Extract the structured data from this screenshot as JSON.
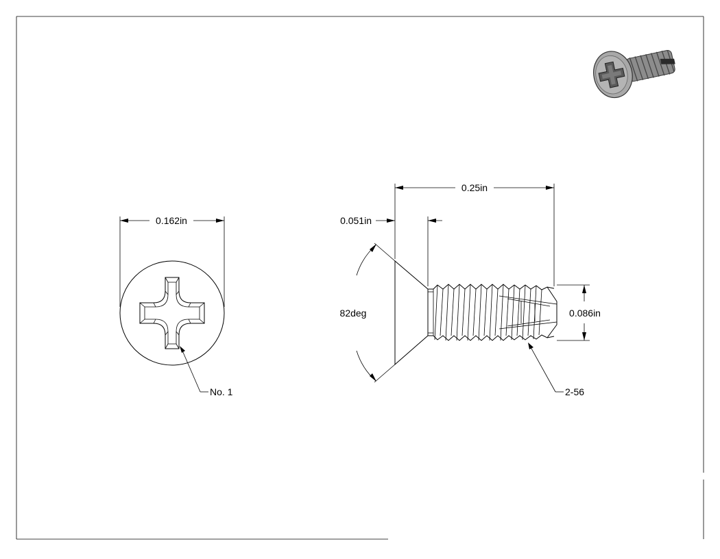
{
  "drawing": {
    "head_view": {
      "diameter_label": "0.162in",
      "drive_callout": "No. 1"
    },
    "side_view": {
      "length_label": "0.25in",
      "head_height_label": "0.051in",
      "angle_label": "82deg",
      "thread_diameter_label": "0.086in",
      "thread_callout": "2-56"
    },
    "colors": {
      "line": "#000000",
      "background": "#ffffff",
      "render_body": "#9a9a9a"
    },
    "icons": {
      "iso_render": "screw-render-icon"
    }
  }
}
